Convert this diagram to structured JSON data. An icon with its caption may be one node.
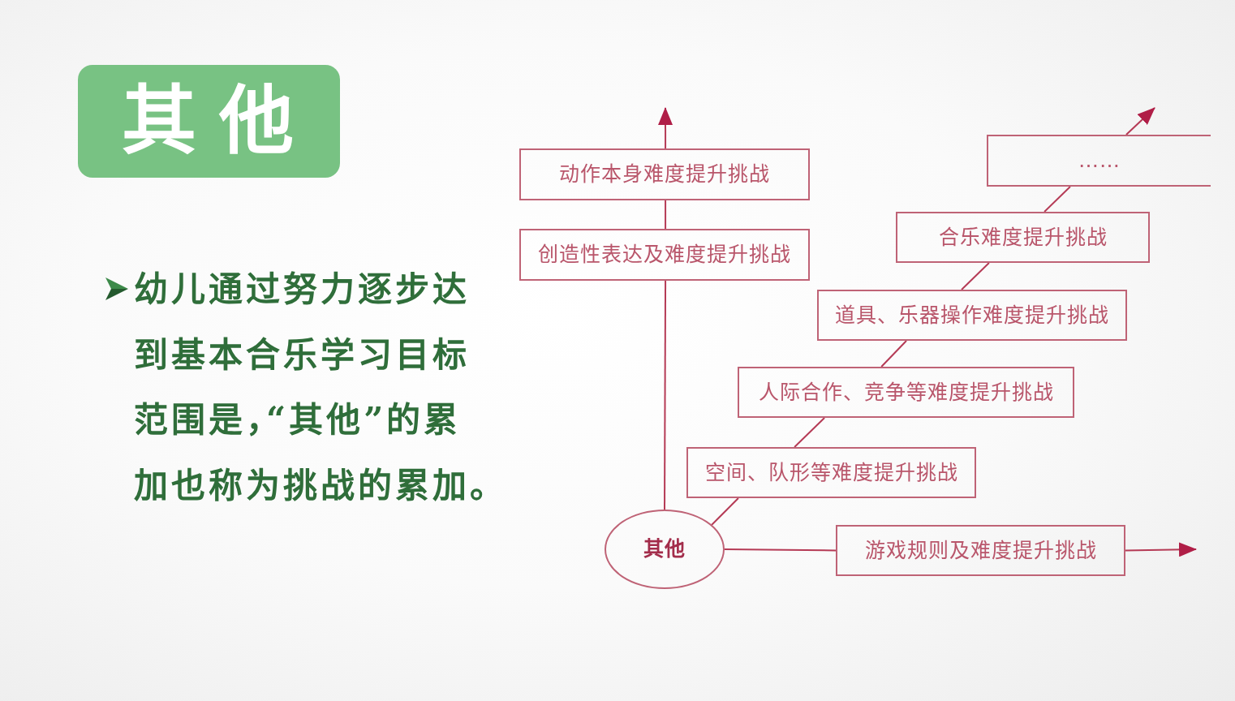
{
  "diagram": {
    "title": "其他",
    "nodes": [
      {
        "text": [
          "动作本身难度提升挑战"
        ]
      },
      {
        "text": [
          "……"
        ]
      },
      {
        "text": [
          "创造性表达及难度提升挑战"
        ]
      },
      {
        "text": [
          "合乐难度提升挑战"
        ]
      },
      {
        "text": [
          "道具、乐器操作难度提升挑战"
        ]
      },
      {
        "text": [
          "人际合作、竞争等难度提升挑战"
        ]
      },
      {
        "text": [
          "空间、队形等难度提升挑战"
        ]
      },
      {
        "text": [
          "其他"
        ]
      },
      {
        "text": [
          "游戏规则及难度提升挑战"
        ]
      }
    ],
    "edges": [
      {
        "from": 7,
        "to": 2,
        "arrow": "none"
      },
      {
        "from": 2,
        "to": 0,
        "arrow": "none"
      },
      {
        "from": 0,
        "to": null,
        "arrow": "to"
      },
      {
        "from": 7,
        "to": 6,
        "arrow": "none"
      },
      {
        "from": 6,
        "to": 5,
        "arrow": "none"
      },
      {
        "from": 5,
        "to": 4,
        "arrow": "none"
      },
      {
        "from": 4,
        "to": 3,
        "arrow": "none"
      },
      {
        "from": 3,
        "to": 1,
        "arrow": "none"
      },
      {
        "from": 1,
        "to": null,
        "arrow": "to"
      },
      {
        "from": 7,
        "to": 8,
        "arrow": "none"
      },
      {
        "from": 8,
        "to": null,
        "arrow": "to"
      }
    ],
    "labels": [
      "幼儿通过努力逐步达到基本合乐学习目标范围是，“其他”的累加也称为挑战的累加。"
    ]
  }
}
